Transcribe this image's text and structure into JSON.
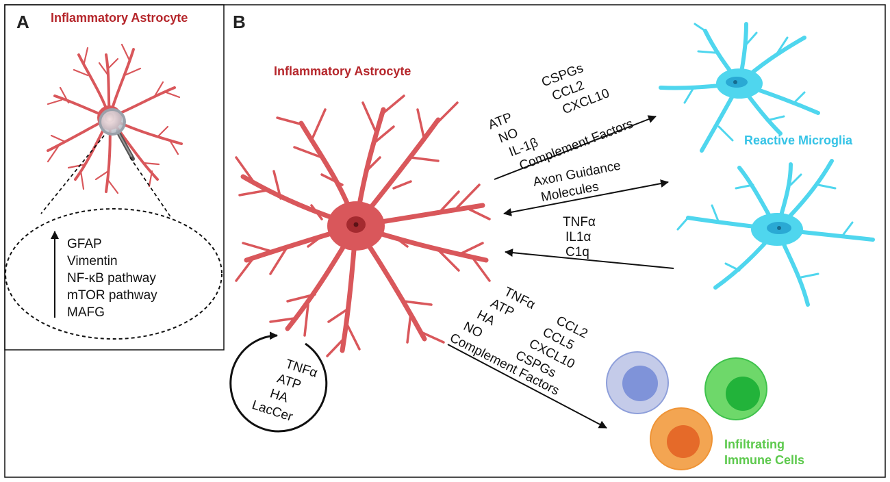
{
  "panel_a": {
    "label": "A",
    "title": "Inflammatory Astrocyte",
    "markers": [
      "GFAP",
      "Vimentin",
      "NF-κB pathway",
      "mTOR pathway",
      "MAFG"
    ]
  },
  "panel_b": {
    "label": "B",
    "astrocyte_title": "Inflammatory Astrocyte",
    "microglia_title": "Reactive Microglia",
    "immune_title_1": "Infiltrating",
    "immune_title_2": "Immune Cells",
    "to_microglia_left": [
      "ATP",
      "NO",
      "IL-1β",
      "Complement Factors"
    ],
    "to_microglia_right": [
      "CSPGs",
      "CCL2",
      "CXCL10"
    ],
    "bidirectional": [
      "Axon Guidance",
      "Molecules"
    ],
    "from_microglia": [
      "TNFα",
      "IL1α",
      "C1q"
    ],
    "to_immune_left": [
      "TNFα",
      "ATP",
      "HA",
      "NO",
      "Complement Factors"
    ],
    "to_immune_right": [
      "CCL2",
      "CCL5",
      "CXCL10",
      "CSPGs"
    ],
    "autocrine": [
      "TNFα",
      "ATP",
      "HA",
      "LacCer"
    ]
  },
  "colors": {
    "astrocyte": "#d9575b",
    "astrocyte_title": "#b5262b",
    "microglia": "#4fd6ee",
    "microglia_title": "#35c3e6",
    "immune_title": "#5cc94c",
    "immune_blue": "#8e9fda",
    "immune_green": "#3fc24c",
    "immune_orange": "#ef9436"
  }
}
